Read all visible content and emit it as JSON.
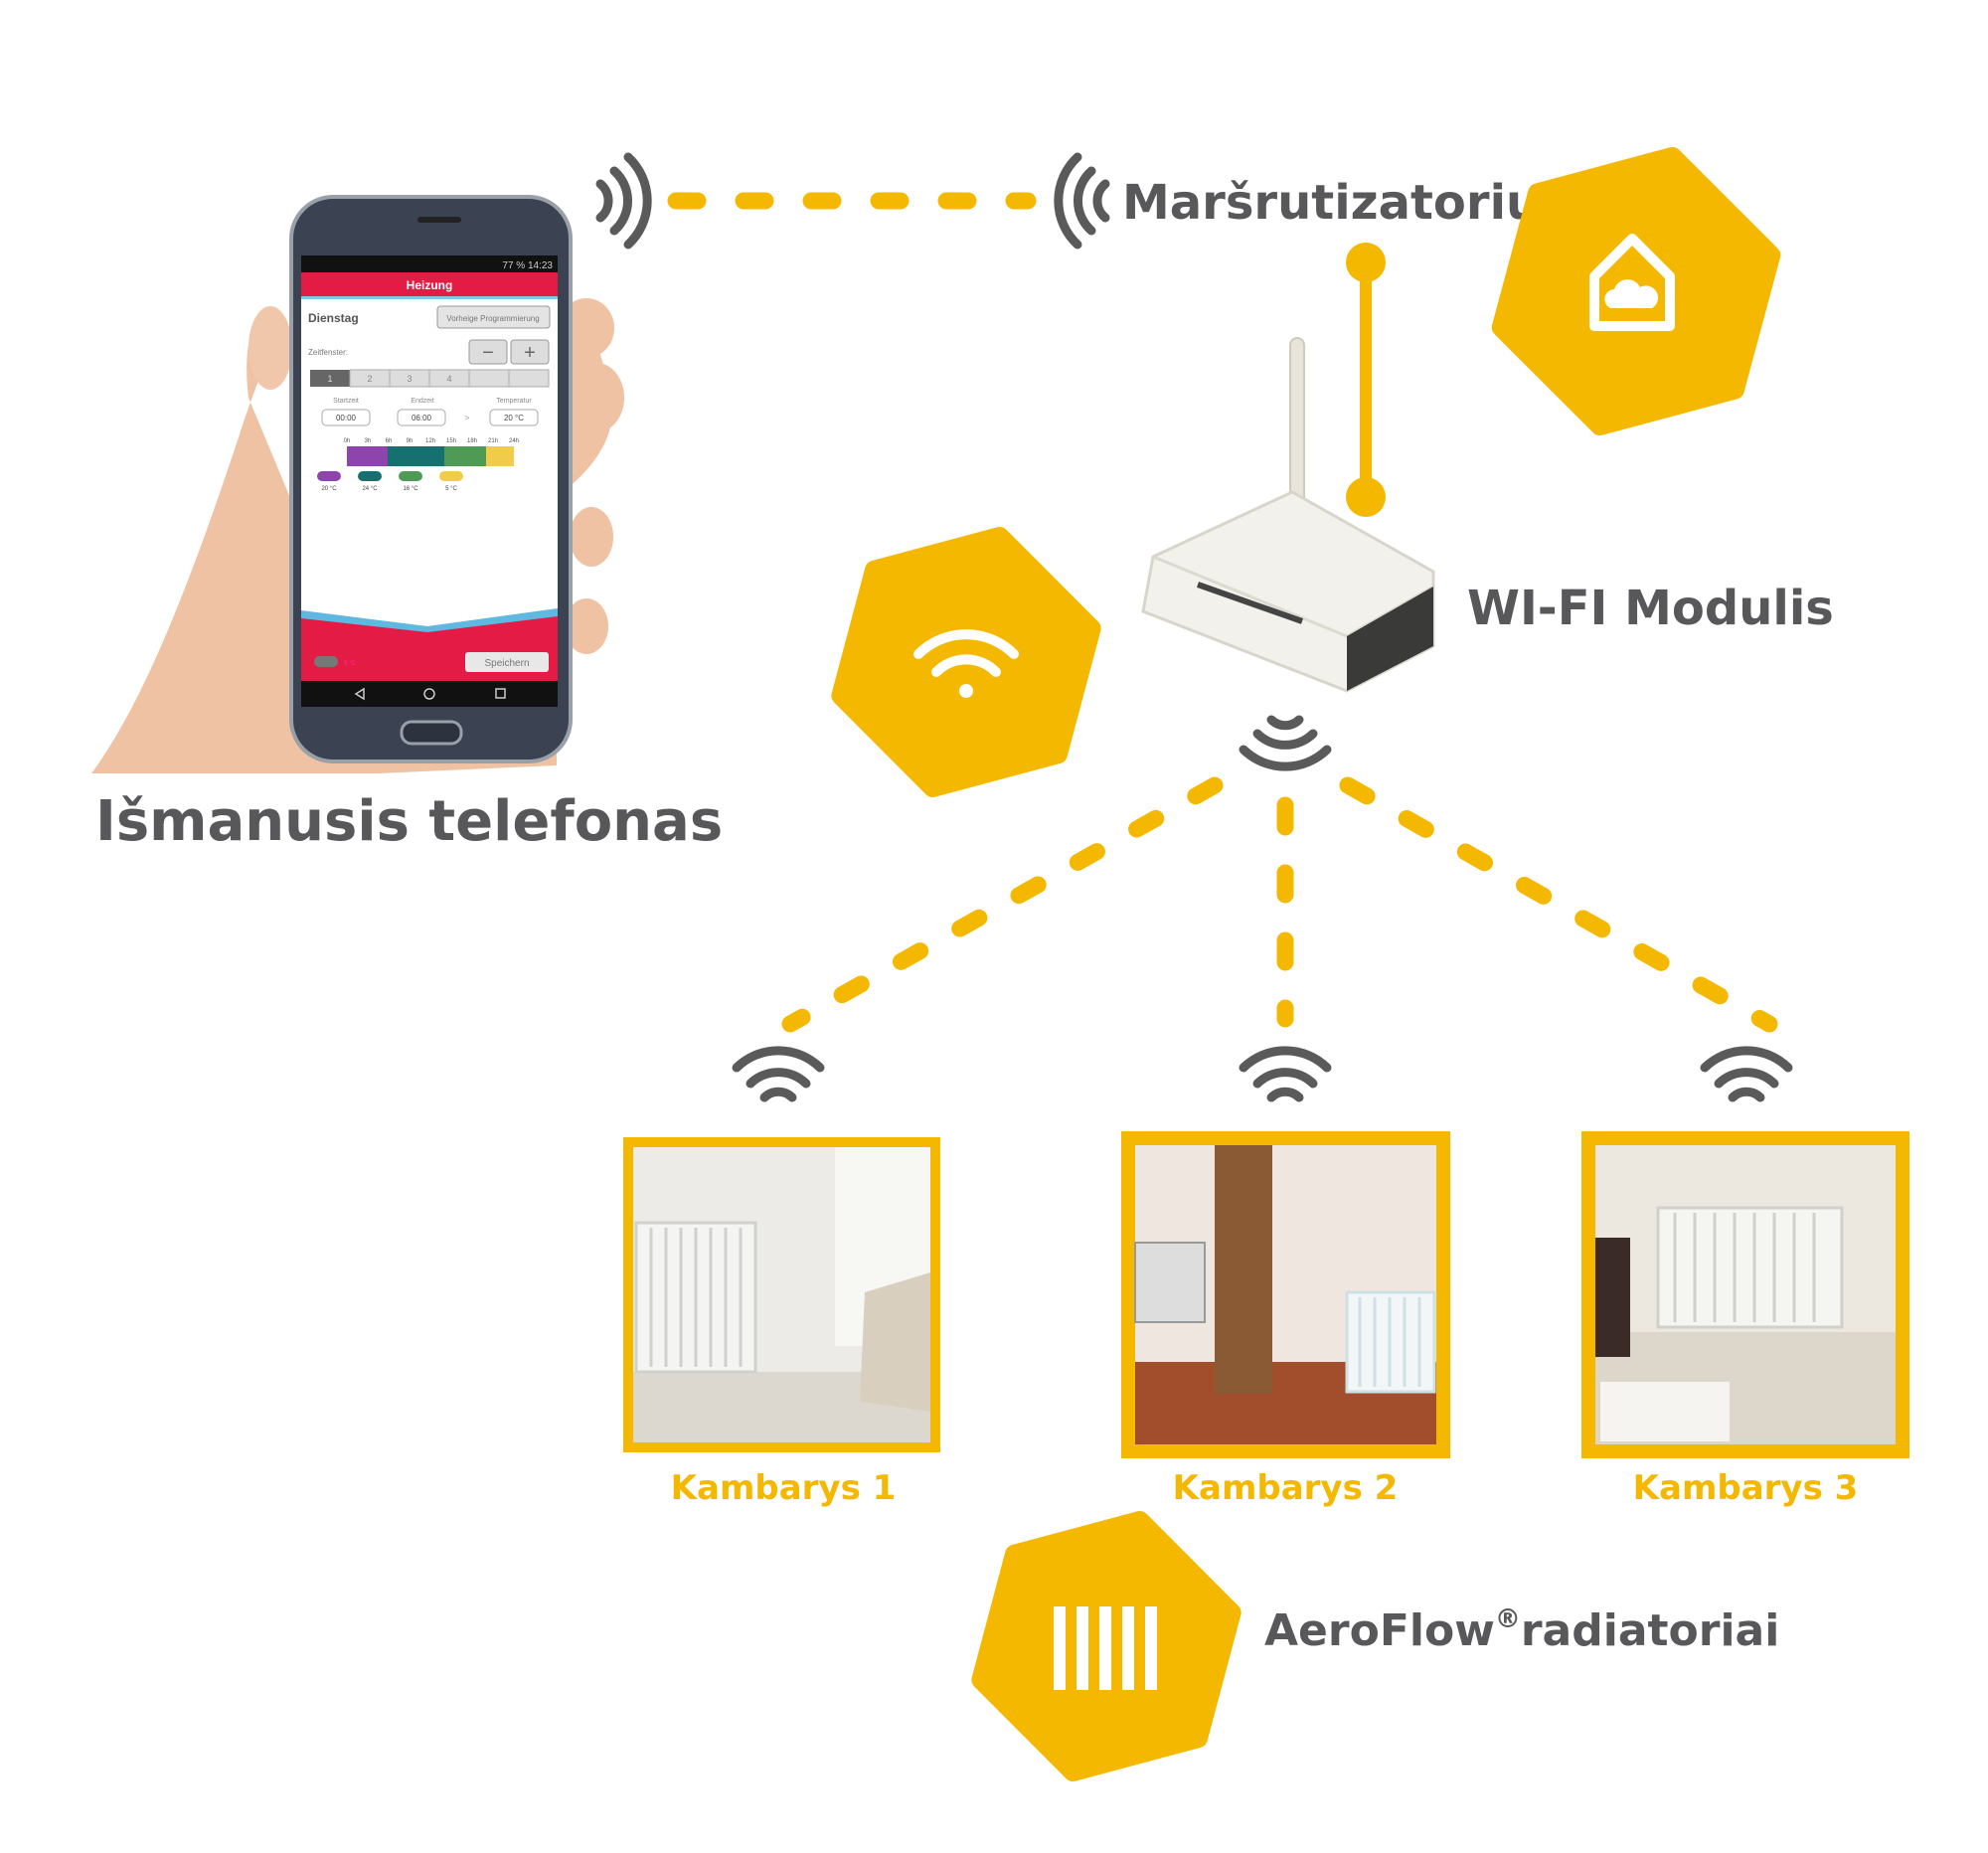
{
  "colors": {
    "accent": "#f5b800",
    "text": "#58585a",
    "app_red": "#e31b45"
  },
  "labels": {
    "phone": "Išmanusis telefonas",
    "router": "Maršrutizatorius",
    "wifi_module": "WI-FI Modulis",
    "radiators_brand": "AeroFlow",
    "radiators_reg": "®",
    "radiators_word": "radiatoriai"
  },
  "rooms": [
    {
      "label": "Kambarys 1"
    },
    {
      "label": "Kambarys 2"
    },
    {
      "label": "Kambarys 3"
    }
  ],
  "icons": [
    "signal-waves-icon",
    "home-cloud-icon",
    "wifi-icon",
    "radiator-icon"
  ],
  "phone_app": {
    "status_time": "14:23",
    "status_battery": "77 %",
    "title": "Heizung",
    "day": "Dienstag",
    "prev_button": "Vorheige Programmierung",
    "window_label": "Zeitfenster:",
    "minus": "−",
    "plus": "+",
    "tabs": [
      "1",
      "2",
      "3",
      "4",
      "",
      ""
    ],
    "col_start": "Startzeit",
    "col_end": "Endzeit",
    "col_temp": "Temperatur",
    "start": "00:00",
    "end": "06:00",
    "arrow": ">",
    "temp": "20 °C",
    "hours": [
      "0h",
      "3h",
      "6h",
      "9h",
      "12h",
      "15h",
      "18h",
      "21h",
      "24h"
    ],
    "legend": [
      {
        "color": "#8e44ad",
        "label": "20 °C"
      },
      {
        "color": "#16706f",
        "label": "24 °C"
      },
      {
        "color": "#4f9a55",
        "label": "16 °C"
      },
      {
        "color": "#f0cc4a",
        "label": "5 °C"
      }
    ],
    "bottom_temp": "5 °C",
    "save": "Speichern"
  }
}
